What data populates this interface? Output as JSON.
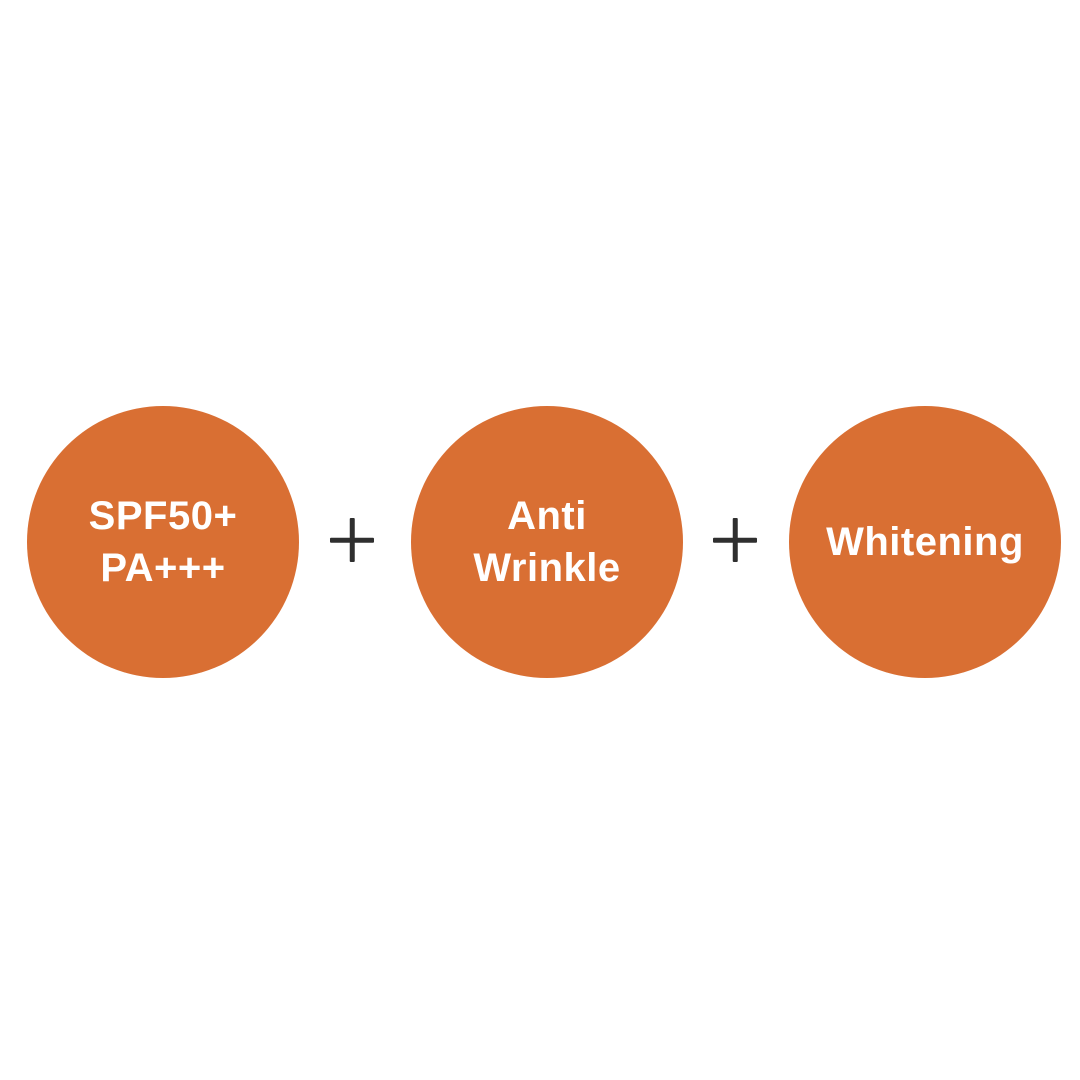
{
  "page": {
    "type": "product-benefits-infographic",
    "background_color": "#ffffff"
  },
  "colors": {
    "circle_fill": "#d96f33",
    "label_text": "#ffffff",
    "plus_sign": "#2f2f2f"
  },
  "benefits": {
    "items": [
      {
        "id": "sun-protection",
        "line1": "SPF50+",
        "line2": "PA+++"
      },
      {
        "id": "anti-wrinkle",
        "line1": "Anti",
        "line2": "Wrinkle"
      },
      {
        "id": "whitening",
        "line1": "Whitening"
      }
    ],
    "separator": {
      "icon": "plus-icon",
      "glyph": "+"
    }
  }
}
